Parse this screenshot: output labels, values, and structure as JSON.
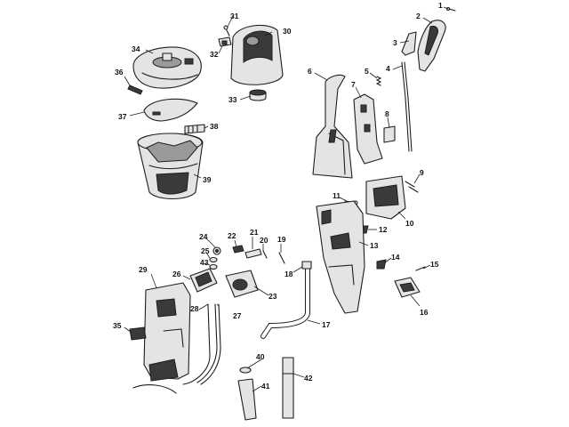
{
  "callouts": [
    "1",
    "2",
    "3",
    "4",
    "5",
    "6",
    "7",
    "8",
    "9",
    "10",
    "11",
    "12",
    "13",
    "14",
    "15",
    "16",
    "17",
    "18",
    "19",
    "20",
    "21",
    "22",
    "23",
    "24",
    "25",
    "26",
    "27",
    "28",
    "29",
    "30",
    "31",
    "32",
    "33",
    "34",
    "35",
    "36",
    "37",
    "38",
    "39",
    "40",
    "41",
    "42",
    "43"
  ],
  "colors": {
    "outline": "#1e1e1e",
    "fill": "#e4e4e4",
    "dark_fill": "#3a3a3a",
    "background": "#ffffff"
  }
}
